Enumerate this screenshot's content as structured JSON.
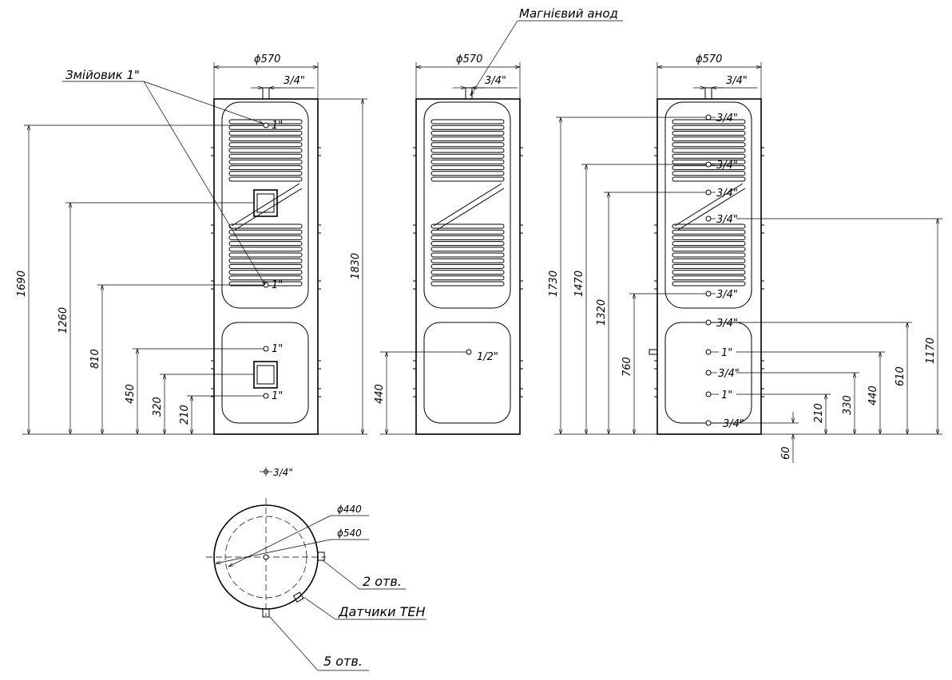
{
  "labels": {
    "coil": "Змійовик 1\"",
    "anode": "Магнієвий анод",
    "holes2": "2 отв.",
    "sensors": "Датчики ТЕН",
    "holes5": "5 отв."
  },
  "common": {
    "diameter": "ϕ570",
    "top_fitting": "3/4\""
  },
  "view1": {
    "dims": [
      "1690",
      "1260",
      "810",
      "450",
      "320",
      "210",
      "1830"
    ],
    "ports": [
      "1\"",
      "1\"",
      "1\"",
      "1\""
    ]
  },
  "view2": {
    "dims": [
      "440"
    ],
    "ports": [
      "1/2\""
    ]
  },
  "view3": {
    "dims": [
      "1730",
      "1470",
      "1320",
      "760",
      "210",
      "330",
      "440",
      "610",
      "1170",
      "60"
    ],
    "ports": [
      "3/4\"",
      "3/4\"",
      "3/4\"",
      "3/4\"",
      "3/4\"",
      "3/4\"",
      "1\"",
      "3/4\"",
      "1\"",
      "3/4\""
    ]
  },
  "plan": {
    "top_port": "3/4\"",
    "d_inner": "ϕ440",
    "d_outer": "ϕ540"
  }
}
